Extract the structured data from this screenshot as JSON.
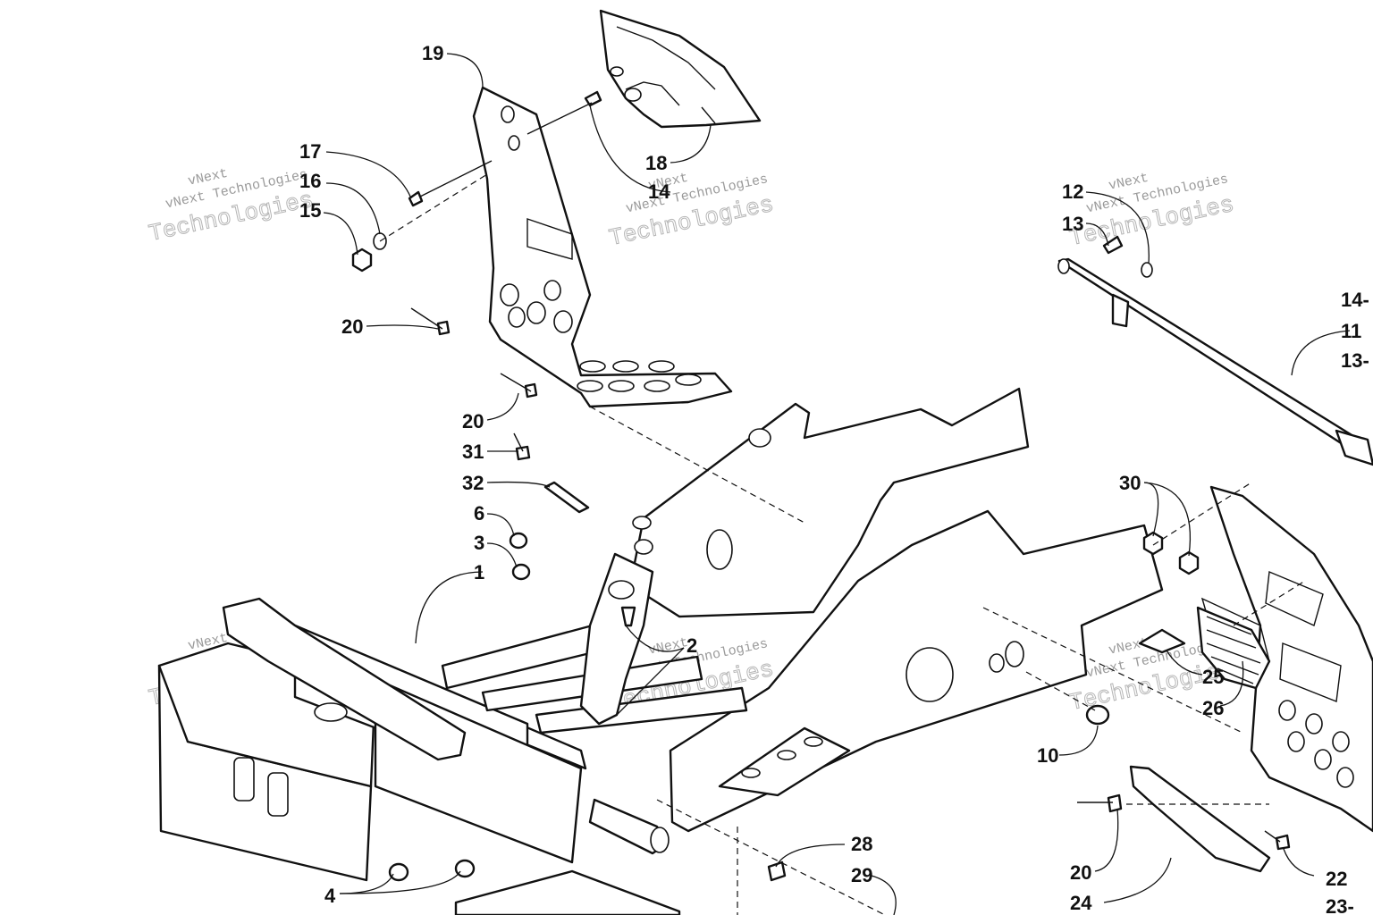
{
  "callouts": {
    "c19": "19",
    "c18": "18",
    "c17": "17",
    "c16": "16",
    "c15": "15",
    "c14a": "14",
    "c14b": "14-",
    "c20a": "20",
    "c20b": "20",
    "c20c": "20",
    "c31": "31",
    "c32": "32",
    "c6": "6",
    "c3": "3",
    "c1": "1",
    "c2": "2",
    "c4": "4",
    "c28": "28",
    "c29": "29",
    "c10": "10",
    "c12": "12",
    "c13a": "13",
    "c13b": "13-",
    "c11": "11",
    "c30": "30",
    "c25": "25",
    "c26": "26",
    "c22": "22",
    "c24": "24",
    "c23": "23-"
  },
  "watermark": {
    "line1": "vNext",
    "line2": "vNext Technologies",
    "line3": "Technologies"
  }
}
